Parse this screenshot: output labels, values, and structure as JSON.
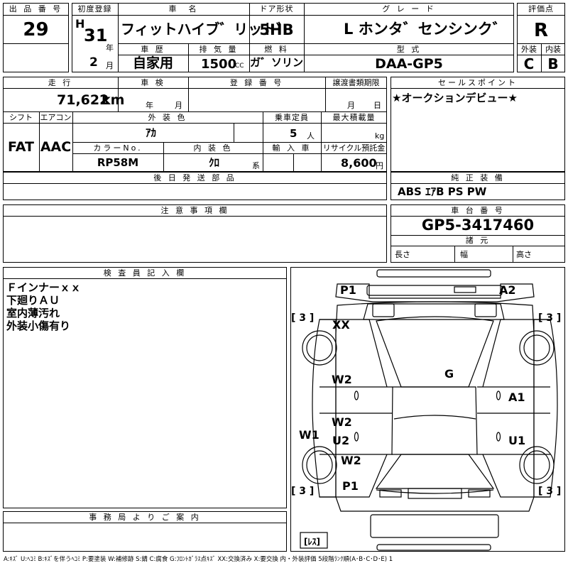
{
  "header_labels": {
    "lot_no": "出 品 番 号",
    "first_reg": "初度登録",
    "car_name": "車　名",
    "door": "ドア形状",
    "grade": "グ レ ー ド",
    "score": "評価点",
    "history": "車 歴",
    "displacement": "排 気 量",
    "fuel": "燃 料",
    "model": "型 式",
    "exterior": "外装",
    "interior": "内装"
  },
  "values": {
    "lot_no": "29",
    "era": "H",
    "year": "31",
    "year_unit": "年",
    "month": "2",
    "month_unit": "月",
    "car_name": "フィットハイブ゛リット゛",
    "door": "5HB",
    "grade": "L ホンタ゛センシンク゛",
    "score": "R",
    "history": "自家用",
    "displacement": "1500",
    "cc": "CC",
    "fuel": "ガ゛ソリン",
    "model": "DAA-GP5",
    "exterior_score": "C",
    "interior_score": "B"
  },
  "row2_labels": {
    "mileage": "走 行",
    "inspection": "車 検",
    "reg_no": "登 録 番 号",
    "transfer": "譲渡書類期限",
    "sales_point": "セールスポイント",
    "shift": "シフト",
    "ac": "エアコン",
    "ext_color": "外 装 色",
    "capacity": "乗車定員",
    "max_load": "最大積載量",
    "color_no": "カラーNo.",
    "int_color": "内 装 色",
    "import": "輸 入 車",
    "recycle": "リサイクル預託金",
    "later_parts": "後 日 発 送 部 品",
    "genuine": "純 正 装 備",
    "notes": "注 意 事 項 欄",
    "chassis": "車 台 番 号",
    "dims": "諸 元",
    "length": "長さ",
    "width": "幅",
    "height": "高さ",
    "inspector": "検 査 員 記 入 欄",
    "office": "事 務 局 よ り ご 案 内"
  },
  "row2_values": {
    "mileage": "71,622",
    "km": "km",
    "ins_year": "年",
    "ins_month": "月",
    "tr_month": "月",
    "tr_day": "日",
    "sales_point": "★オークションデビュー★",
    "shift": "FAT",
    "ac": "AAC",
    "ext_color": "ｱｶ",
    "capacity": "5",
    "person": "人",
    "kg": "kg",
    "color_no": "RP58M",
    "int_color": "ｸﾛ",
    "kei": "系",
    "recycle": "8,600",
    "yen": "円",
    "genuine": "ABS ｴｱB PS PW",
    "chassis": "GP5-3417460"
  },
  "inspector_notes": [
    "Ｆインナーｘｘ",
    "下廻りＡＵ",
    "室内薄汚れ",
    "外装小傷有り"
  ],
  "diagram_marks": {
    "p1_top": "P1",
    "a2": "A2",
    "xx": "XX",
    "g": "G",
    "w2_a": "W2",
    "a1": "A1",
    "w2_b": "W2",
    "w1": "W1",
    "u2": "U2",
    "u1": "U1",
    "w2_c": "W2",
    "p1_bottom": "P1",
    "tire_fl": "[ 3 ]",
    "tire_fr": "[ 3 ]",
    "tire_rl": "[ 3 ]",
    "tire_rr": "[ 3 ]",
    "spare": "[ﾚｽ]"
  },
  "legend": "A:ｷｽﾞ U:ﾍｺﾐ B:ｷｽﾞを伴うﾍｺﾐ P:要塗装 W:補修跡 S:錆 C:腐食 G:ﾌﾛﾝﾄｶﾞﾗｽ点ｷｽﾞ XX:交換済み X:要交換 内・外装評価 5段階ﾗﾝｸ順(A･B･C･D･E) 1"
}
